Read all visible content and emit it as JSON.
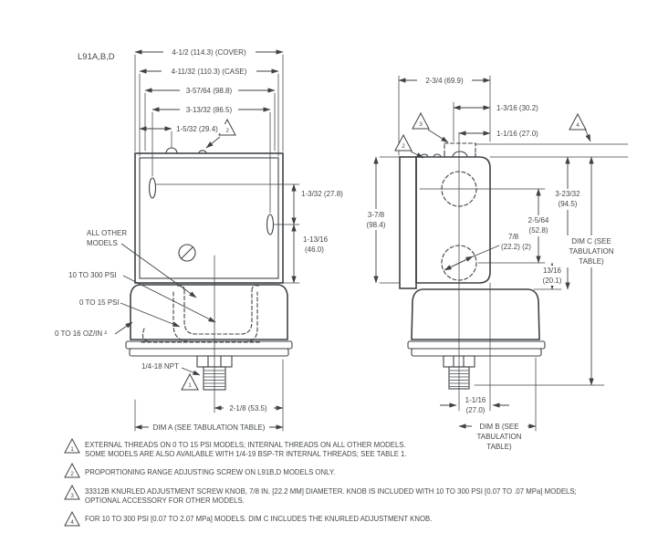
{
  "title": "L91A,B,D",
  "left_view": {
    "dim_cover": "4-1/2  (114.3)  (COVER)",
    "dim_case": "4-11/32  (110.3)  (CASE)",
    "dim_98_8": "3-57/64 (98.8)",
    "dim_86_5": "3-13/32 (86.5)",
    "dim_29_4": "1-5/32 (29.4)",
    "dim_27_8": "1-3/32 (27.8)",
    "dim_46_0_l1": "1-13/16",
    "dim_46_0_l2": "(46.0)",
    "label_all_other_l1": "ALL OTHER",
    "label_all_other_l2": "MODELS",
    "label_10_300": "10 TO 300 PSI",
    "label_0_15": "0 TO 15 PSI",
    "label_0_16": "0 TO 16  OZ/IN ²",
    "label_npt": "1/4-18 NPT",
    "dim_53_5": "2-1/8 (53.5)",
    "dim_a": "DIM A  (SEE TABULATION TABLE)"
  },
  "right_view": {
    "dim_69_9": "2-3/4  (69.9)",
    "dim_30_2": "1-3/16 (30.2)",
    "dim_27_0_top": "1-1/16 (27.0)",
    "dim_98_4_l1": "3-7/8",
    "dim_98_4_l2": "(98.4)",
    "dim_94_5_l1": "3-23/32",
    "dim_94_5_l2": "(94.5)",
    "dim_52_8_l1": "2-5/64",
    "dim_52_8_l2": "(52.8)",
    "dim_22_2_l1": "7/8",
    "dim_22_2_l2": "(22.2) (2)",
    "dim_20_1_l1": "13/16",
    "dim_20_1_l2": "(20.1)",
    "dim_c_l1": "DIM C  (SEE",
    "dim_c_l2": "TABULATION",
    "dim_c_l3": "TABLE)",
    "dim_27_0_bot_l1": "1-1/16",
    "dim_27_0_bot_l2": "(27.0)",
    "dim_b_l1": "DIM B  (SEE",
    "dim_b_l2": "TABULATION",
    "dim_b_l3": "TABLE)"
  },
  "callouts": {
    "c1": "1",
    "c2": "2",
    "c3": "3",
    "c4": "4"
  },
  "footnotes": [
    {
      "num": "1",
      "lines": [
        "EXTERNAL THREADS ON 0 TO 15 PSI MODELS; INTERNAL THREADS ON ALL OTHER MODELS.",
        "SOME MODELS ARE ALSO AVAILABLE WITH 1/4-19 BSP-TR INTERNAL THREADS; SEE TABLE 1."
      ]
    },
    {
      "num": "2",
      "lines": [
        "PROPORTIONING RANGE ADJUSTING SCREW ON L91B,D MODELS ONLY."
      ]
    },
    {
      "num": "3",
      "lines": [
        "33312B KNURLED ADJUSTMENT SCREW KNOB, 7/8 IN. [22.2 MM] DIAMETER. KNOB IS INCLUDED WITH 10 TO 300 PSI [0.07 TO .07 MPa] MODELS;",
        "OPTIONAL ACCESSORY FOR OTHER MODELS."
      ]
    },
    {
      "num": "4",
      "lines": [
        "FOR 10 TO 300 PSI [0.07 TO 2.07 MPa] MODELS. DIM C INCLUDES THE KNURLED ADJUSTMENT KNOB."
      ]
    }
  ],
  "colors": {
    "line": "#3e4246",
    "text": "#43474b",
    "background": "#ffffff"
  }
}
